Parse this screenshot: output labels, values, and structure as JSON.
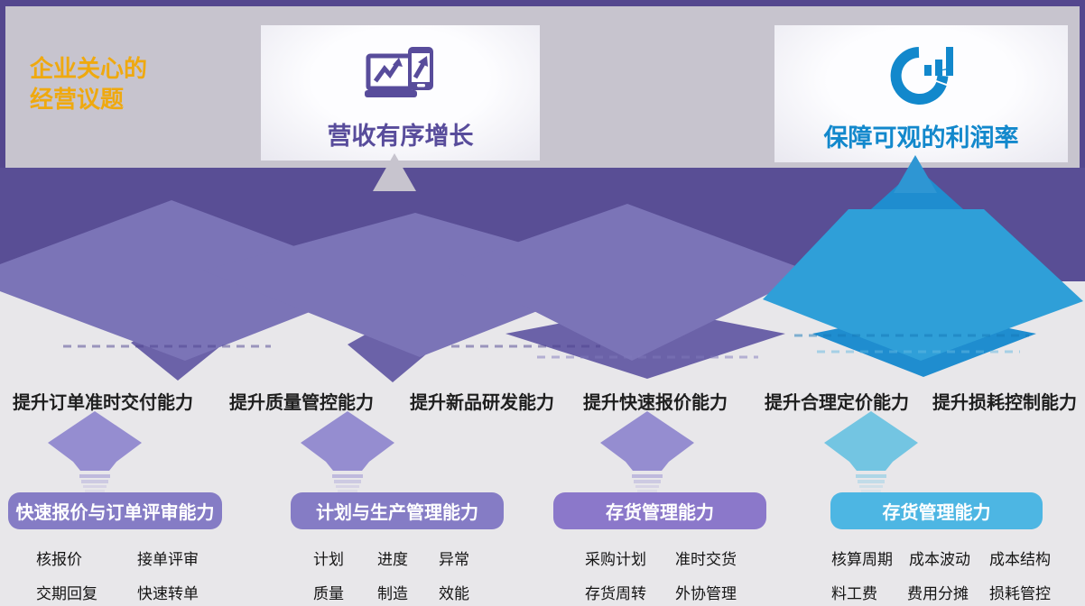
{
  "banner": {
    "bg": "#c7c4ce",
    "border_color": "#54478e",
    "eyebrow": {
      "line1": "企业关心的",
      "line2": "经营议题",
      "color": "#efa90f"
    },
    "cards": [
      {
        "label": "营收有序增长",
        "accent": "#584c9b",
        "icon": "laptop-growth-chart"
      },
      {
        "label": "保障可观的利润率",
        "accent": "#1288cc",
        "icon": "donut-gauge-chart"
      }
    ]
  },
  "funnel": {
    "band": "#594e95",
    "blob": "#7b74b7",
    "mid": "#6b62a8",
    "blue": "#2f9fd8",
    "blue_dark": "#1f8dcf",
    "pointer_gray": "#c7c4ce",
    "pointer_blue": "#2e96d3"
  },
  "capabilities": [
    {
      "label": "提升订单准时交付能力"
    },
    {
      "label": "提升质量管控能力"
    },
    {
      "label": "提升新品研发能力"
    },
    {
      "label": "提升快速报价能力"
    },
    {
      "label": "提升合理定价能力"
    },
    {
      "label": "提升损耗控制能力"
    }
  ],
  "pillars": [
    {
      "title": "快速报价与订单评审能力",
      "bar_color": "#857cc5",
      "diamond_color": "#958dd0",
      "rows": [
        [
          "核报价",
          "接单评审"
        ],
        [
          "交期回复",
          "快速转单"
        ]
      ]
    },
    {
      "title": "计划与生产管理能力",
      "bar_color": "#857cc5",
      "diamond_color": "#958dd0",
      "rows": [
        [
          "计划",
          "进度",
          "异常"
        ],
        [
          "质量",
          "制造",
          "效能"
        ]
      ]
    },
    {
      "title": "存货管理能力",
      "bar_color": "#8b78ca",
      "diamond_color": "#958dd0",
      "rows": [
        [
          "采购计划",
          "准时交货"
        ],
        [
          "存货周转",
          "外协管理"
        ]
      ]
    },
    {
      "title": "存货管理能力",
      "bar_color": "#4db6e3",
      "diamond_color": "#73c5e2",
      "rows": [
        [
          "核算周期",
          "成本波动",
          "成本结构"
        ],
        [
          "料工费",
          "费用分摊",
          "损耗管控"
        ]
      ]
    }
  ]
}
